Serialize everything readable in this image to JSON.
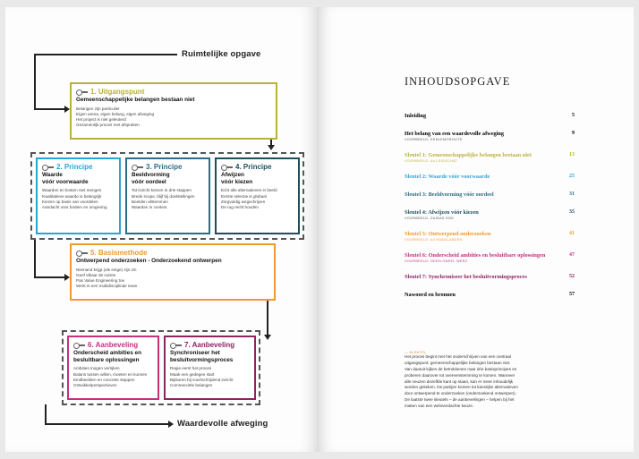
{
  "diagram": {
    "top_label": "Ruimtelijke opgave",
    "bottom_label": "Waardevolle afweging",
    "boxes": [
      {
        "title": "1. Uitgangspunt",
        "subtitle": "Gemeenschappelijke belangen bestaan niet",
        "lines": [
          "Belangen zijn particulier",
          "Eigen arena, eigen belang, eigen afweging",
          "Het project is niet geleuterd",
          "Gezamenlijk proces met afspraken"
        ],
        "color": "#b8b238"
      },
      {
        "title": "2. Principe",
        "subtitle": "Waarde\nvóór voorwaarde",
        "lines": [
          "Waarden en kosten niet mengen",
          "Kwalitatieve waarde is belangrijk",
          "Kiezen op basis van voordelen",
          "Aandacht voor bodem en omgeving"
        ],
        "color": "#2aa5d8"
      },
      {
        "title": "3. Principe",
        "subtitle": "Beeldvorming\nvóór oordeel",
        "lines": [
          "Tot inzicht komen in drie stappen",
          "Brede scope, blijf bij doelstellingen",
          "Beelden afstemmen",
          "Waarden in context"
        ],
        "color": "#2d6d86"
      },
      {
        "title": "4. Principe",
        "subtitle": "Afwijzen\nvóór kiezen",
        "lines": [
          "Echt alle alternatieven in beeld",
          "Eerste selectie is globaal",
          "Zorgvuldig wegschrijven",
          "De rug recht houden"
        ],
        "color": "#1f4f5e"
      },
      {
        "title": "5. Basismethode",
        "subtitle": "Ontwerpend onderzoeken - Onderzoekend ontwerpen",
        "lines": [
          "Niemand krijgt (als enige) zijn zin",
          "Geef elkaar de ruimte",
          "Pas Value Engineering toe",
          "Werk in een multidisciplinair team"
        ],
        "color": "#ef9a2e"
      },
      {
        "title": "6. Aanbeveling",
        "subtitle": "Onderscheid ambities en\nbesluitbare oplossingen",
        "lines": [
          "Ambities mogen verrijken",
          "Balans tussen willen, moeten en kunnen",
          "Eindbeelden en concrete stappen",
          "Ontwikkelperspectieven"
        ],
        "color": "#c6307d"
      },
      {
        "title": "7. Aanbeveling",
        "subtitle": "Synchroniseer het\nbesluitvormingsproces",
        "lines": [
          "Regie eerst het proces",
          "Maak een gedegen start",
          "Bijsturen bij voortschrijdend inzicht",
          "Commerciële belangen"
        ],
        "color": "#8e2460"
      }
    ]
  },
  "toc": {
    "title": "INHOUDSOPGAVE",
    "entries": [
      {
        "title": "Inleiding",
        "sub": "",
        "page": "5",
        "color": "#222222"
      },
      {
        "title": "Het belang van een waardevolle afweging",
        "sub": "VOORBEELD: EENLEMOROUTE",
        "page": "9",
        "color": "#222222"
      },
      {
        "title": "Sleutel 1: Gemeenschappelijke belangen bestaan niet",
        "sub": "VOORBEELD: A4 LEIDSCHAT",
        "page": "13",
        "color": "#b8b238"
      },
      {
        "title": "Sleutel 2: Waarde vóór voorwaarde",
        "sub": "",
        "page": "25",
        "color": "#2aa5d8"
      },
      {
        "title": "Sleutel 3: Beeldvorming vóór oordeel",
        "sub": "",
        "page": "31",
        "color": "#2d6d86"
      },
      {
        "title": "Sleutel 4: Afwijzen vóór kiezen",
        "sub": "VOORBEELD: ZUIDAS DOK",
        "page": "35",
        "color": "#1f4f5e"
      },
      {
        "title": "Sleutel 5: Ontwerpend onderzoeken",
        "sub": "VOORBEELD: A4 HAAGLANDEN",
        "page": "41",
        "color": "#ef9a2e"
      },
      {
        "title": "Sleutel 6: Onderscheid ambities en besluitbare oplossingen",
        "sub": "VOORBEELD: GEEN ONEEL WERZ",
        "page": "47",
        "color": "#c6307d"
      },
      {
        "title": "Sleutel 7: Synchroniseer het besluitvormingsproces",
        "sub": "",
        "page": "52",
        "color": "#8e2460"
      },
      {
        "title": "Nawoord en bronnen",
        "sub": "",
        "page": "57",
        "color": "#222222"
      }
    ]
  },
  "note": {
    "tag": "— SLEUTEL",
    "lines": [
      "Het proces begint met het onderschrijven van een centraal",
      "uitgangspunt: gemeenschappelijke belangen bestaan niet.",
      "Van daaruit kijken de betrokkenen naar drie basisprincipes en",
      "proberen daarover tot overeenstemming te komen. Wanneer",
      "alle neuzen dezelfde kant op staan, kan er meer inhoudelijk",
      "worden gekeken. De partijen komen tot kansrijke alternatieven",
      "door ontwerpend te onderzoeken (onderzoekend ontwerpen).",
      "De laatste twee sleutels – de aanbevelingen – helpen bij het",
      "maken van een weloverdachte keuze."
    ]
  }
}
